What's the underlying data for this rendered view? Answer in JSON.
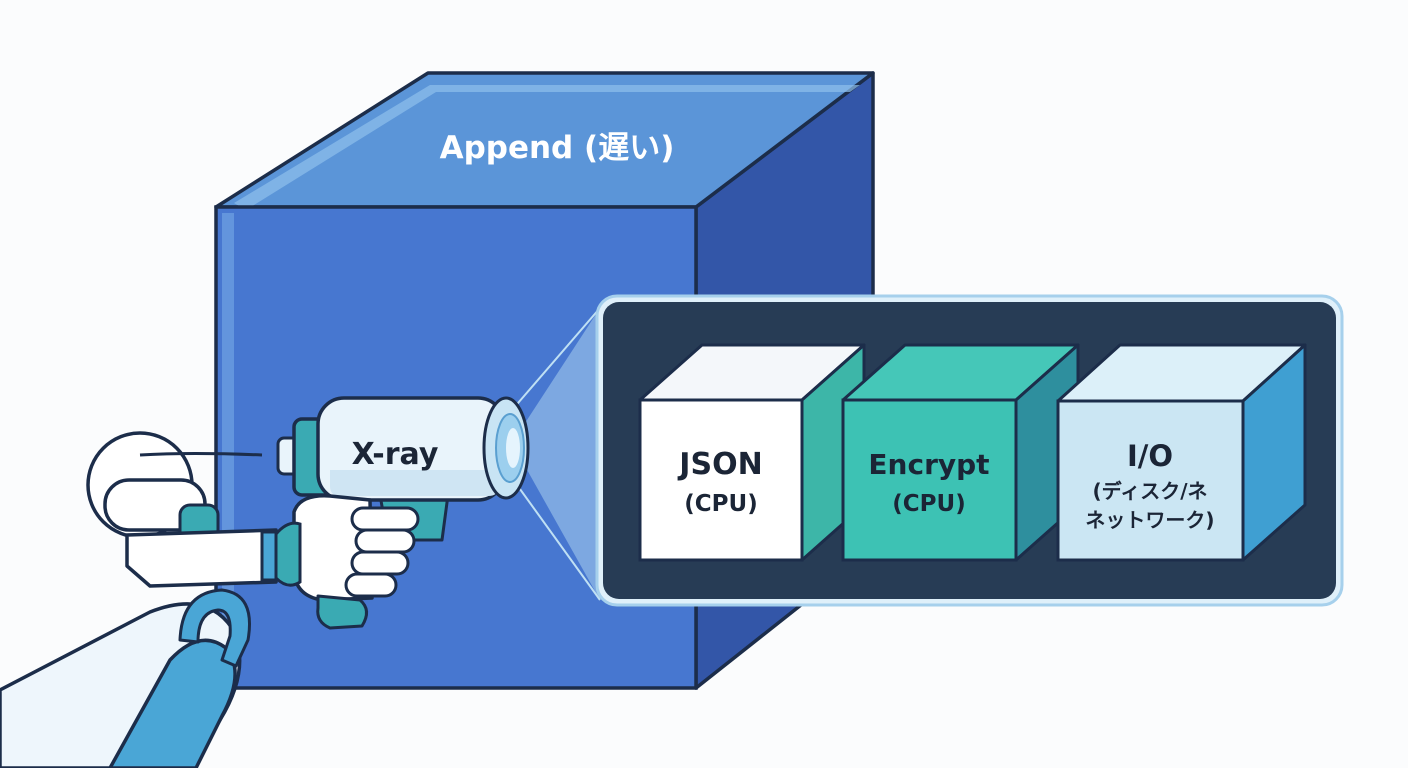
{
  "main_cube": {
    "label": "Append (遅い)"
  },
  "xray_gun": {
    "label": "X-ray"
  },
  "components": [
    {
      "id": "json",
      "title": "JSON",
      "subtitle": "(CPU)"
    },
    {
      "id": "encrypt",
      "title": "Encrypt",
      "subtitle": "(CPU)"
    },
    {
      "id": "io",
      "title": "I/O",
      "subtitle_line1": "(ディスク/ネ",
      "subtitle_line2": "ネットワーク)"
    }
  ],
  "colors": {
    "outline": "#1c2d4a",
    "cube_front": "#4777d0",
    "cube_top": "#5b95d8",
    "cube_side": "#3356a8",
    "panel": "#273c55",
    "json_block": "#ffffff",
    "encrypt_block": "#3dc2b4",
    "io_block": "#cbe6f3",
    "gun_body": "#e9f4fb",
    "accent_teal": "#3aaab3",
    "arm_blue": "#4aa6d6"
  }
}
